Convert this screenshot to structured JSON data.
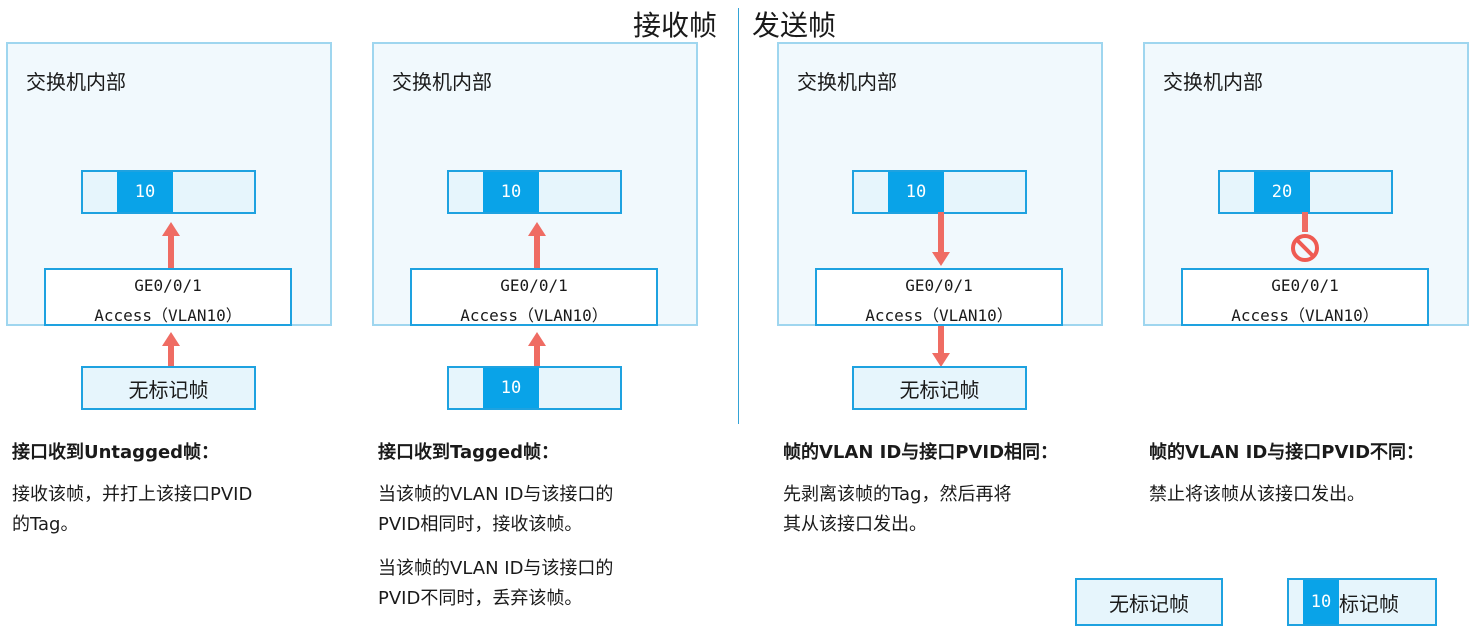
{
  "headers": {
    "receive": "接收帧",
    "send": "发送帧"
  },
  "panels": [
    {
      "title": "交换机内部",
      "top_frame_vlan": "10",
      "port_name": "GE0/0/1",
      "port_mode": "Access（VLAN10）",
      "bottom_frame": "无标记帧"
    },
    {
      "title": "交换机内部",
      "top_frame_vlan": "10",
      "port_name": "GE0/0/1",
      "port_mode": "Access（VLAN10）",
      "bottom_frame_vlan": "10"
    },
    {
      "title": "交换机内部",
      "top_frame_vlan": "10",
      "port_name": "GE0/0/1",
      "port_mode": "Access（VLAN10）",
      "bottom_frame": "无标记帧"
    },
    {
      "title": "交换机内部",
      "top_frame_vlan": "20",
      "port_name": "GE0/0/1",
      "port_mode": "Access（VLAN10）",
      "block_icon": "prohibited-icon"
    }
  ],
  "descriptions": [
    {
      "title": "接口收到Untagged帧：",
      "lines": [
        "接收该帧，并打上该接口PVID",
        "的Tag。"
      ]
    },
    {
      "title": "接口收到Tagged帧：",
      "lines": [
        "当该帧的VLAN ID与该接口的",
        "PVID相同时，接收该帧。",
        "当该帧的VLAN ID与该接口的",
        "PVID不同时，丢弃该帧。"
      ]
    },
    {
      "title": "帧的VLAN ID与接口PVID相同：",
      "lines": [
        "先剥离该帧的Tag，然后再将",
        "其从该接口发出。"
      ]
    },
    {
      "title": "帧的VLAN ID与接口PVID不同：",
      "lines": [
        "禁止将该帧从该接口发出。"
      ]
    }
  ],
  "legend": {
    "untagged_label": "无标记帧",
    "tagged_vlan": "10",
    "tagged_label": "标记帧"
  },
  "colors": {
    "accent": "#09a3e8",
    "arrow": "#ef6c63",
    "panel_bg": "#f1f9fd",
    "border": "#9fd6ef"
  }
}
